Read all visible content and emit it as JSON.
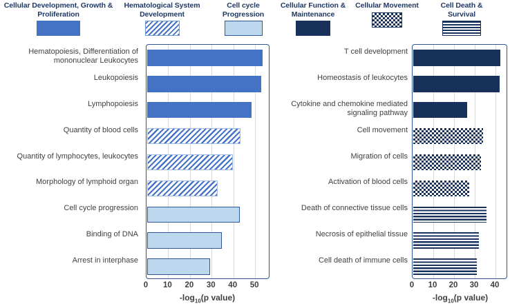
{
  "legend": {
    "items": [
      {
        "label": "Cellular Development, Growth & Proliferation",
        "pattern": "solid-medium-blue",
        "color": "#4472C4"
      },
      {
        "label": "Hematological System Development",
        "pattern": "diagonal-stripes-blue",
        "color": "#4472C4"
      },
      {
        "label": "Cell cycle Progression",
        "pattern": "solid-light-blue",
        "color": "#BDD7EE"
      },
      {
        "label": "Cellular Function & Maintenance",
        "pattern": "solid-navy",
        "color": "#17315B"
      },
      {
        "label": "Cellular Movement",
        "pattern": "checkerboard-navy",
        "color": "#17315B"
      },
      {
        "label": "Cell Death & Survival",
        "pattern": "horizontal-stripes-navy",
        "color": "#17315B"
      }
    ]
  },
  "chart_data": [
    {
      "type": "bar",
      "orientation": "horizontal",
      "title": "",
      "xlabel": "-log10(p value)",
      "ylabel": "",
      "xlim": [
        0,
        56
      ],
      "ticks": [
        0,
        10,
        20,
        30,
        40,
        50
      ],
      "grid": true,
      "legend_position": "top",
      "categories": [
        "Hematopoiesis, Differentiation of mononuclear Leukocytes",
        "Leukopoiesis",
        "Lymphopoiesis",
        "Quantity of blood cells",
        "Quantity of lymphocytes, leukocytes",
        "Morphology of lymphoid organ",
        "Cell cycle progression",
        "Binding of DNA",
        "Arrest in interphase"
      ],
      "values": [
        53,
        52.5,
        48,
        43,
        39.5,
        32.5,
        42.5,
        34.5,
        29
      ],
      "groups": [
        "Cellular Development, Growth & Proliferation",
        "Cellular Development, Growth & Proliferation",
        "Cellular Development, Growth & Proliferation",
        "Hematological System Development",
        "Hematological System Development",
        "Hematological System Development",
        "Cell cycle Progression",
        "Cell cycle Progression",
        "Cell cycle Progression"
      ]
    },
    {
      "type": "bar",
      "orientation": "horizontal",
      "title": "",
      "xlabel": "-log10(p value)",
      "ylabel": "",
      "xlim": [
        0,
        45
      ],
      "ticks": [
        0,
        10,
        20,
        30,
        40
      ],
      "grid": true,
      "legend_position": "top",
      "categories": [
        "T cell development",
        "Homeostasis of leukocytes",
        "Cytokine and chemokine mediated signaling pathway",
        "Cell movement",
        "Migration of cells",
        "Activation of blood cells",
        "Death of connective tissue cells",
        "Necrosis of epithelial tissue",
        "Cell death of immune cells"
      ],
      "values": [
        42,
        41.5,
        26,
        33.8,
        32.8,
        27,
        35.4,
        31.5,
        30.8
      ],
      "groups": [
        "Cellular Function & Maintenance",
        "Cellular Function & Maintenance",
        "Cellular Function & Maintenance",
        "Cellular Movement",
        "Cellular Movement",
        "Cellular Movement",
        "Cell Death & Survival",
        "Cell Death & Survival",
        "Cell Death & Survival"
      ]
    }
  ],
  "axis": {
    "label_main": "-log",
    "label_sub": "10",
    "label_tail": "(p value)"
  }
}
